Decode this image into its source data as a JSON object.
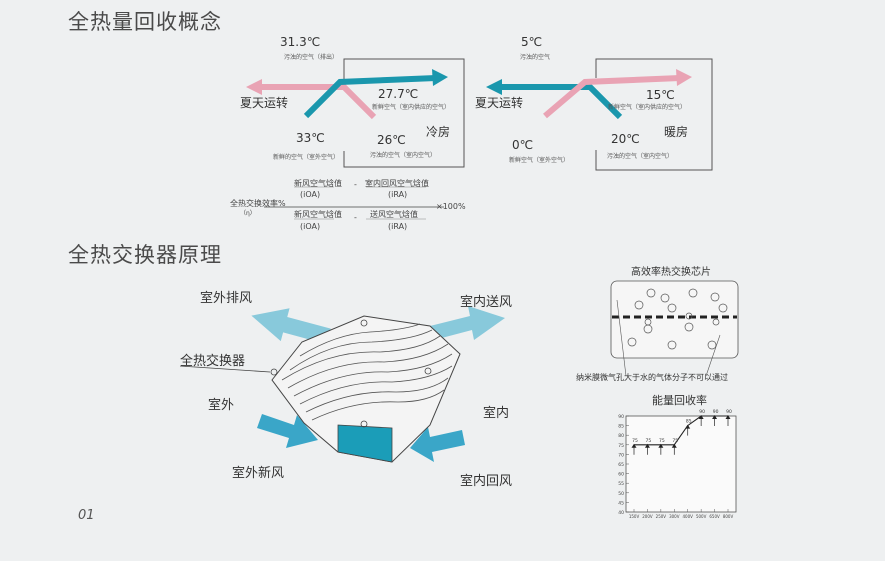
{
  "section1": {
    "title": "全热量回收概念",
    "summer": {
      "exhaust_temp": "31.3℃",
      "exhaust_note": "污浊的空气（排出）",
      "fresh_in_temp": "27.7℃",
      "fresh_in_note": "新鲜空气（室内供应的空气）",
      "outdoor_temp": "33℃",
      "outdoor_note": "新鲜的空气（室外空气）",
      "indoor_temp": "26℃",
      "indoor_note": "污浊的空气（室内空气）",
      "mode": "夏天运转",
      "room": "冷房"
    },
    "winter": {
      "exhaust_temp": "5℃",
      "exhaust_note": "污浊的空气",
      "fresh_in_temp": "15℃",
      "fresh_in_note": "新鲜空气（室内供应的空气）",
      "outdoor_temp": "0℃",
      "outdoor_note": "新鲜空气（室外空气）",
      "indoor_temp": "20℃",
      "indoor_note": "污浊的空气（室内空气）",
      "mode": "夏天运转",
      "room": "暖房"
    },
    "formula": {
      "lhs": "全热交换效率%",
      "lhs_sub": "（η）",
      "num_a": "新风空气焓值",
      "num_a_sub": "(iOA)",
      "num_b": "室内回风空气焓值",
      "num_b_sub": "(iRA)",
      "den_a": "新风空气焓值",
      "den_a_sub": "(iOA)",
      "den_b": "送风空气焓值",
      "den_b_sub": "(iRA)",
      "minus": "-",
      "times": "×100%"
    }
  },
  "section2": {
    "title": "全热交换器原理",
    "labels": {
      "outdoor_exhaust": "室外排风",
      "indoor_supply": "室内送风",
      "exchanger": "全热交换器",
      "outdoor": "室外",
      "indoor": "室内",
      "outdoor_fresh": "室外新风",
      "indoor_return": "室内回风"
    },
    "core": {
      "title": "高效率热交换芯片",
      "caption": "纳米膜微气孔大于水的气体分子不可以通过"
    },
    "energy_chart": {
      "title": "能量回收率"
    }
  },
  "chart_data": {
    "type": "line",
    "title": "能量回收率",
    "values": [
      75,
      75,
      75,
      75,
      85,
      90,
      90,
      90
    ],
    "point_labels": [
      "75",
      "75",
      "75",
      "75",
      "85",
      "90",
      "90",
      "90"
    ],
    "x_tick_labels": [
      "150V",
      "200V",
      "250V",
      "300V",
      "400V",
      "500V",
      "650V",
      "800V"
    ],
    "y_tick_labels": [
      "90",
      "85",
      "80",
      "75",
      "70",
      "65",
      "60",
      "55",
      "50",
      "45",
      "40"
    ],
    "ylim": [
      40,
      90
    ]
  },
  "footer": {
    "page": "01"
  },
  "colors": {
    "teal": "#1a97ad",
    "pink": "#e9a3b4",
    "core_blue": "#1b9db8",
    "arrow_blue": "#3aa6c8"
  }
}
